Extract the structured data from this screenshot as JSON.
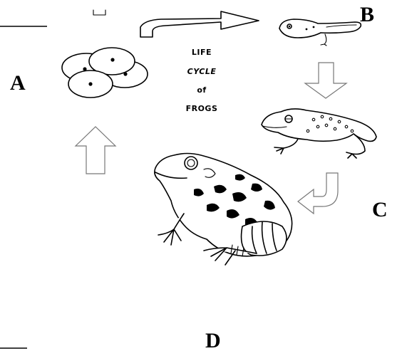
{
  "diagram": {
    "title_lines": [
      "LIFE",
      "CYCLE",
      "of",
      "FROGS"
    ],
    "labels": {
      "a": "A",
      "b": "B",
      "c": "C",
      "d": "D"
    }
  },
  "icons": [
    "egg-cluster-icon",
    "tadpole-icon",
    "young-frog-icon",
    "adult-frog-icon"
  ],
  "colors": {
    "ink": "#000000",
    "arrow_outline": "#777777",
    "background": "#ffffff"
  }
}
